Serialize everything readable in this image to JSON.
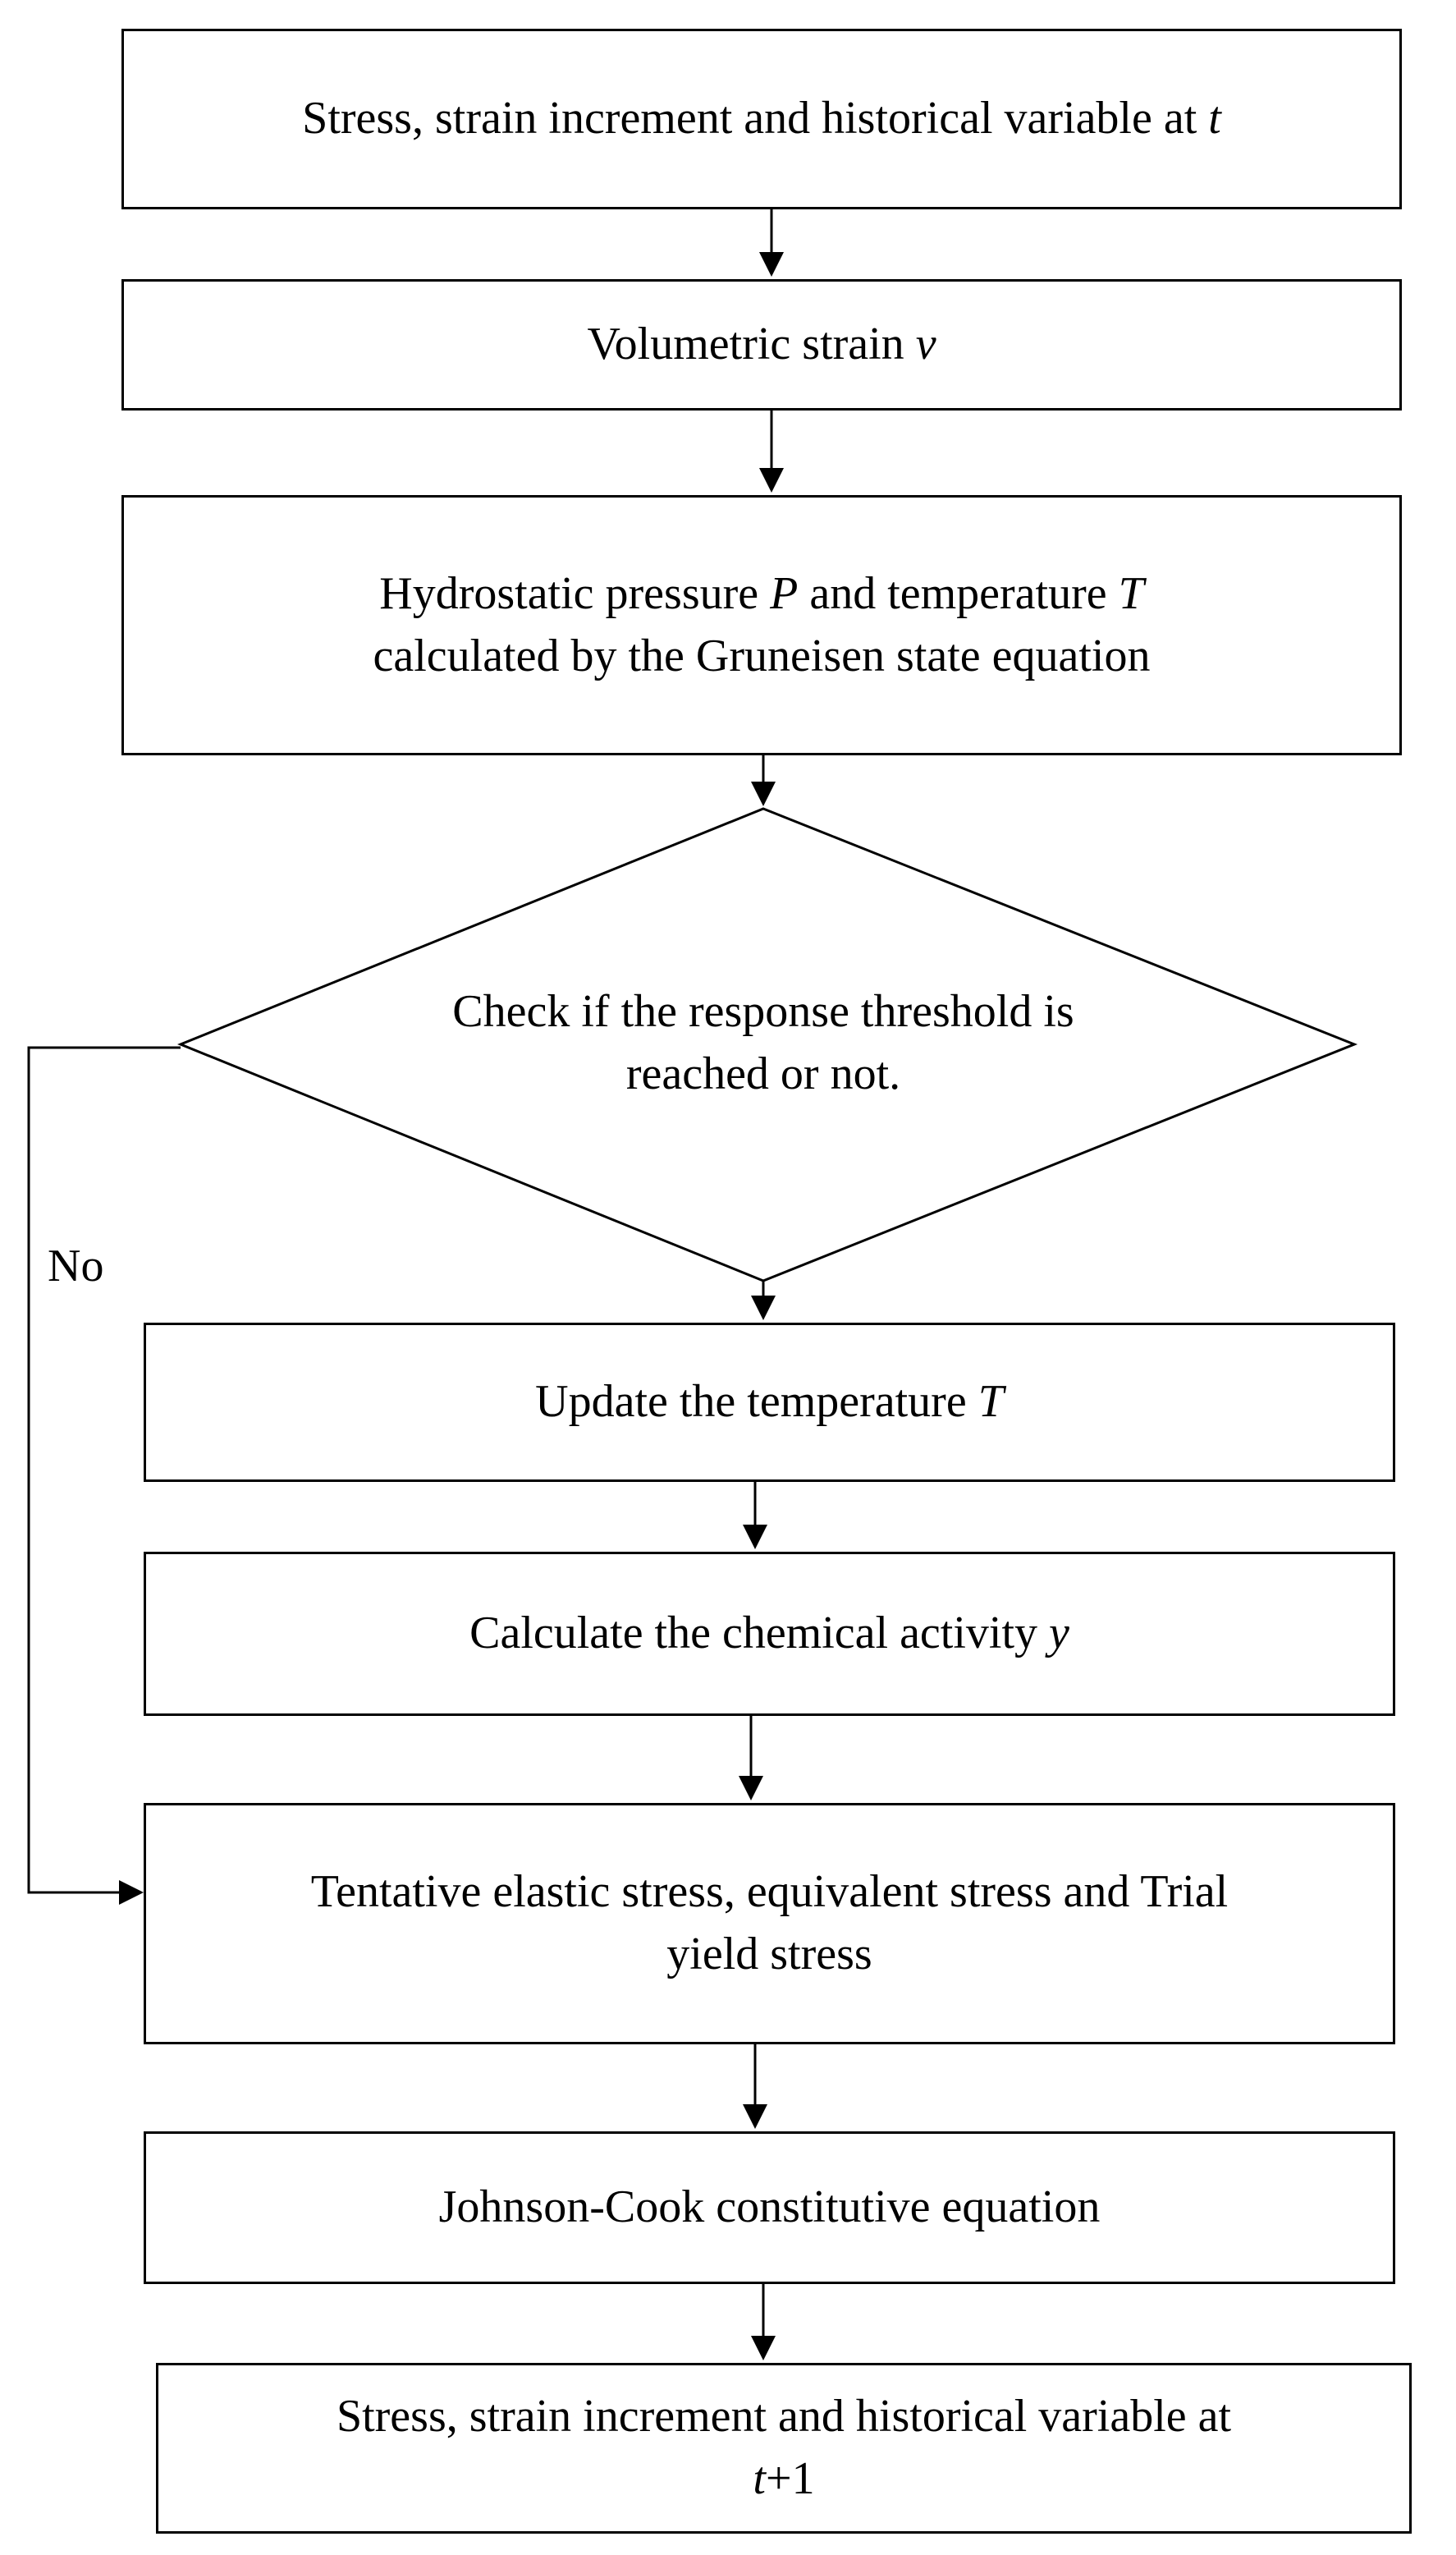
{
  "nodes": [
    {
      "id": "n1",
      "parts": [
        {
          "t": "Stress, strain increment and historical variable at "
        },
        {
          "t": "t",
          "i": true
        }
      ]
    },
    {
      "id": "n2",
      "parts": [
        {
          "t": "Volumetric strain "
        },
        {
          "t": "v",
          "i": true
        }
      ]
    },
    {
      "id": "n3",
      "parts": [
        {
          "t": "Hydrostatic pressure "
        },
        {
          "t": "P",
          "i": true
        },
        {
          "t": " and temperature "
        },
        {
          "t": "T",
          "i": true
        },
        {
          "t": "\ncalculated by the Gruneisen state equation"
        }
      ]
    },
    {
      "id": "d1",
      "parts": [
        {
          "t": "Check if the response threshold is\nreached or not."
        }
      ]
    },
    {
      "id": "n4",
      "parts": [
        {
          "t": "Update the temperature "
        },
        {
          "t": "T",
          "i": true
        }
      ]
    },
    {
      "id": "n5",
      "parts": [
        {
          "t": "Calculate the chemical activity "
        },
        {
          "t": "y",
          "i": true
        }
      ]
    },
    {
      "id": "n6",
      "parts": [
        {
          "t": "Tentative elastic stress, equivalent stress and Trial\nyield stress"
        }
      ]
    },
    {
      "id": "n7",
      "parts": [
        {
          "t": "Johnson-Cook constitutive equation"
        }
      ]
    },
    {
      "id": "n8",
      "parts": [
        {
          "t": "Stress, strain increment and historical variable at\n"
        },
        {
          "t": "t",
          "i": true
        },
        {
          "t": "+1"
        }
      ]
    }
  ],
  "edge_labels": {
    "no": "No"
  }
}
